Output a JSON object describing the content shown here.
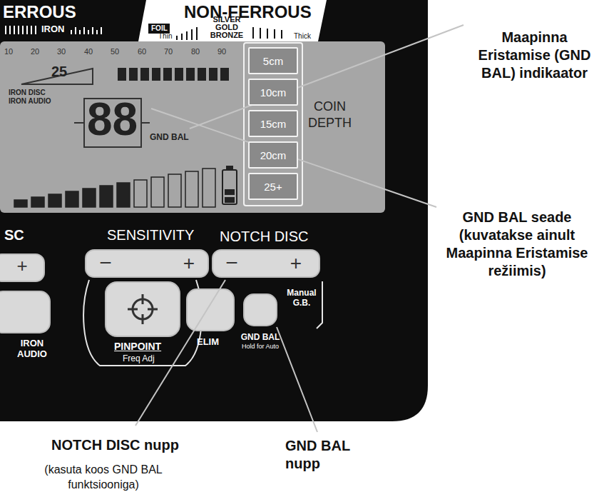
{
  "diagram": {
    "nodes": [
      {
        "text": [
          "5cm"
        ]
      },
      {
        "text": [
          "10cm"
        ]
      },
      {
        "text": [
          "15cm"
        ]
      },
      {
        "text": [
          "20cm"
        ]
      },
      {
        "text": [
          "25+"
        ]
      }
    ],
    "labels": [
      "ERROUS",
      "IRON",
      "NON-FERROUS",
      "FOIL",
      "SILVER GOLD BRONZE",
      "Thin",
      "Thick",
      "10",
      "20",
      "30",
      "40",
      "50",
      "60",
      "70",
      "80",
      "90",
      "25",
      "IRON DISC",
      "IRON AUDIO",
      "88",
      "GND BAL",
      "COIN",
      "DEPTH",
      "SC",
      "+",
      "SENSITIVITY",
      "−",
      "+",
      "NOTCH DISC",
      "−",
      "+",
      "IRON AUDIO",
      "PINPOINT",
      "Freq Adj",
      "ELIM",
      "GND BAL",
      "Hold for Auto",
      "Manual G.B.",
      "Maapinna Eristamise (GND BAL) indikaator",
      "GND BAL seade (kuvatakse ainult Maapinna Eristamise režiimis)",
      "NOTCH DISC nupp",
      "GND BAL nupp",
      "(kasuta koos GND BAL funktsiooniga)"
    ]
  }
}
